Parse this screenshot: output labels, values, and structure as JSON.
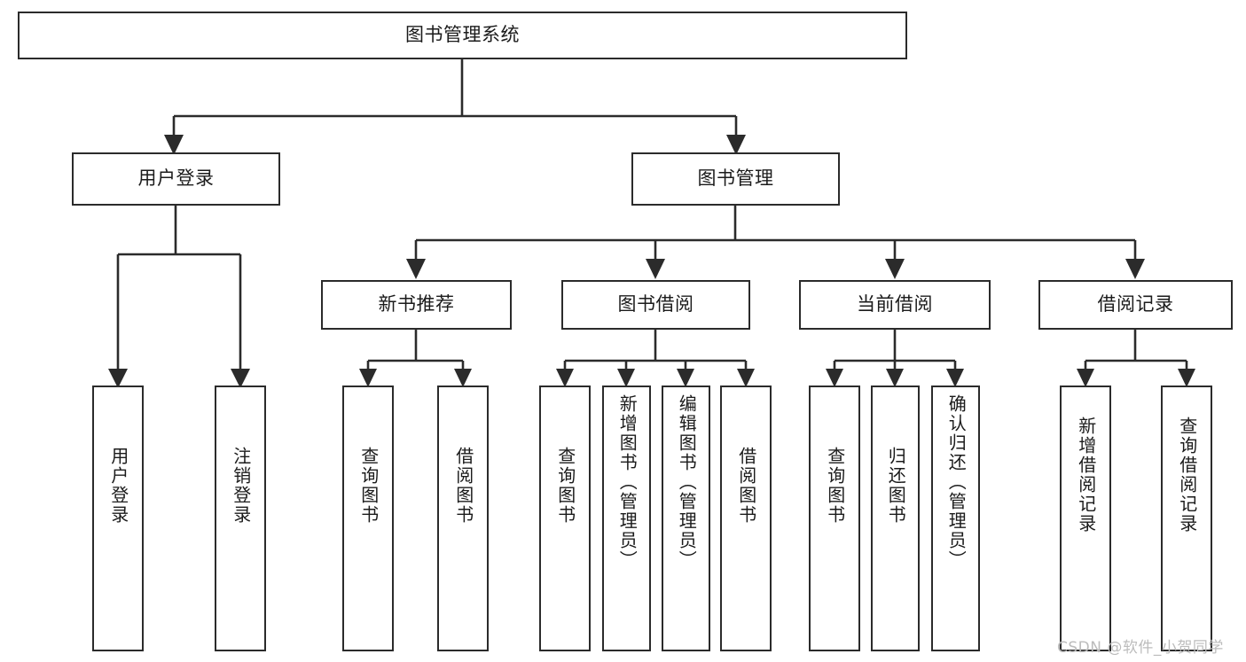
{
  "diagram": {
    "type": "tree-hierarchy",
    "title": "图书管理系统",
    "watermark": "CSDN @软件_小贺同学",
    "colors": {
      "box_border": "#2b2b2b",
      "box_fill": "#ffffff",
      "connector": "#2b2b2b",
      "text": "#1b1b1b",
      "watermark": "#bcbcbc",
      "background": "#ffffff"
    },
    "levels": [
      {
        "level": 1,
        "nodes": [
          {
            "id": "root",
            "label": "图书管理系统",
            "orientation": "horizontal"
          }
        ]
      },
      {
        "level": 2,
        "nodes": [
          {
            "id": "user-login",
            "label": "用户登录",
            "orientation": "horizontal",
            "parent": "root"
          },
          {
            "id": "book-manage",
            "label": "图书管理",
            "orientation": "horizontal",
            "parent": "root"
          }
        ]
      },
      {
        "level": 3,
        "nodes": [
          {
            "id": "new-book-recommend",
            "label": "新书推荐",
            "orientation": "horizontal",
            "parent": "book-manage"
          },
          {
            "id": "book-borrow",
            "label": "图书借阅",
            "orientation": "horizontal",
            "parent": "book-manage"
          },
          {
            "id": "current-borrow",
            "label": "当前借阅",
            "orientation": "horizontal",
            "parent": "book-manage"
          },
          {
            "id": "borrow-record",
            "label": "借阅记录",
            "orientation": "horizontal",
            "parent": "book-manage"
          }
        ]
      },
      {
        "level": 4,
        "nodes": [
          {
            "id": "leaf-user-login",
            "label": "用户登录",
            "orientation": "vertical",
            "parent": "user-login"
          },
          {
            "id": "leaf-logout-login",
            "label": "注销登录",
            "orientation": "vertical",
            "parent": "user-login"
          },
          {
            "id": "leaf-query-book-1",
            "label": "查询图书",
            "orientation": "vertical",
            "parent": "new-book-recommend"
          },
          {
            "id": "leaf-borrow-book-1",
            "label": "借阅图书",
            "orientation": "vertical",
            "parent": "new-book-recommend"
          },
          {
            "id": "leaf-query-book-2",
            "label": "查询图书",
            "orientation": "vertical",
            "parent": "book-borrow"
          },
          {
            "id": "leaf-add-book",
            "label": "新增图书（管理员）",
            "orientation": "vertical",
            "parent": "book-borrow"
          },
          {
            "id": "leaf-edit-book",
            "label": "编辑图书（管理员）",
            "orientation": "vertical",
            "parent": "book-borrow"
          },
          {
            "id": "leaf-borrow-book-2",
            "label": "借阅图书",
            "orientation": "vertical",
            "parent": "book-borrow"
          },
          {
            "id": "leaf-query-book-3",
            "label": "查询图书",
            "orientation": "vertical",
            "parent": "current-borrow"
          },
          {
            "id": "leaf-return-book",
            "label": "归还图书",
            "orientation": "vertical",
            "parent": "current-borrow"
          },
          {
            "id": "leaf-confirm-return",
            "label": "确认归还（管理员）",
            "orientation": "vertical",
            "parent": "current-borrow"
          },
          {
            "id": "leaf-add-borrow-record",
            "label": "新增借阅记录",
            "orientation": "vertical",
            "parent": "borrow-record"
          },
          {
            "id": "leaf-query-borrow-record",
            "label": "查询借阅记录",
            "orientation": "vertical",
            "parent": "borrow-record"
          }
        ]
      }
    ]
  }
}
